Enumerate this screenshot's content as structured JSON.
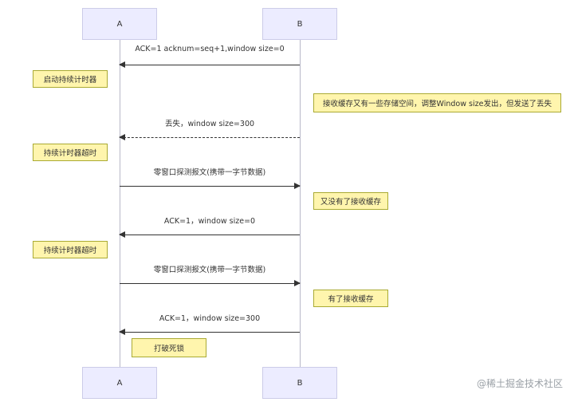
{
  "actors": {
    "a": "A",
    "b": "B"
  },
  "messages": [
    {
      "text": "ACK=1 acknum=seq+1,window size=0",
      "direction": "B-to-A",
      "style": "solid"
    },
    {
      "text": "丢失，window size=300",
      "direction": "B-to-A",
      "style": "dotted"
    },
    {
      "text": "零窗口探测报文(携带一字节数据)",
      "direction": "A-to-B",
      "style": "solid"
    },
    {
      "text": "ACK=1，window size=0",
      "direction": "B-to-A",
      "style": "solid"
    },
    {
      "text": "零窗口探测报文(携带一字节数据)",
      "direction": "A-to-B",
      "style": "solid"
    },
    {
      "text": "ACK=1，window size=300",
      "direction": "B-to-A",
      "style": "solid"
    }
  ],
  "notes": [
    "启动持续计时器",
    "接收缓存又有一些存储空间，调整Window size发出，但发送了丢失",
    "持续计时器超时",
    "又没有了接收缓存",
    "持续计时器超时",
    "有了接收缓存",
    "打破死锁"
  ],
  "watermark": "@稀土掘金技术社区",
  "colors": {
    "actor_fill": "#ececff",
    "note_fill": "#fff5ad",
    "line": "#333333"
  }
}
